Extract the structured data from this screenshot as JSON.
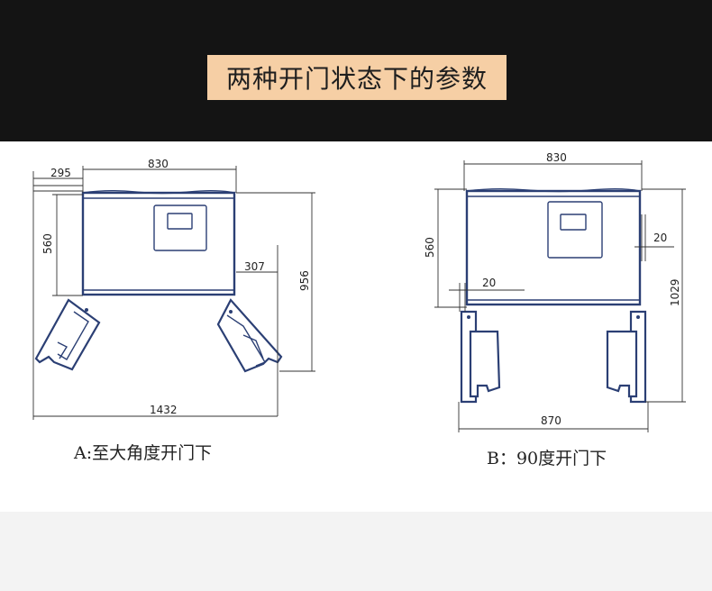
{
  "header": {
    "title": "两种开门状态下的参数"
  },
  "diagram_a": {
    "caption": "A:至大角度开门下",
    "dimensions": {
      "top_offset": "295",
      "width": "830",
      "depth": "560",
      "side_clearance": "307",
      "total_depth": "956",
      "total_width": "1432"
    }
  },
  "diagram_b": {
    "caption": "B：90度开门下",
    "dimensions": {
      "width": "830",
      "depth": "560",
      "side_gap_right": "20",
      "side_gap_left": "20",
      "total_depth": "1029",
      "total_width": "870"
    }
  },
  "colors": {
    "outline": "#2b3f74",
    "title_bg": "#f6cfa5",
    "top_band": "#141414"
  }
}
